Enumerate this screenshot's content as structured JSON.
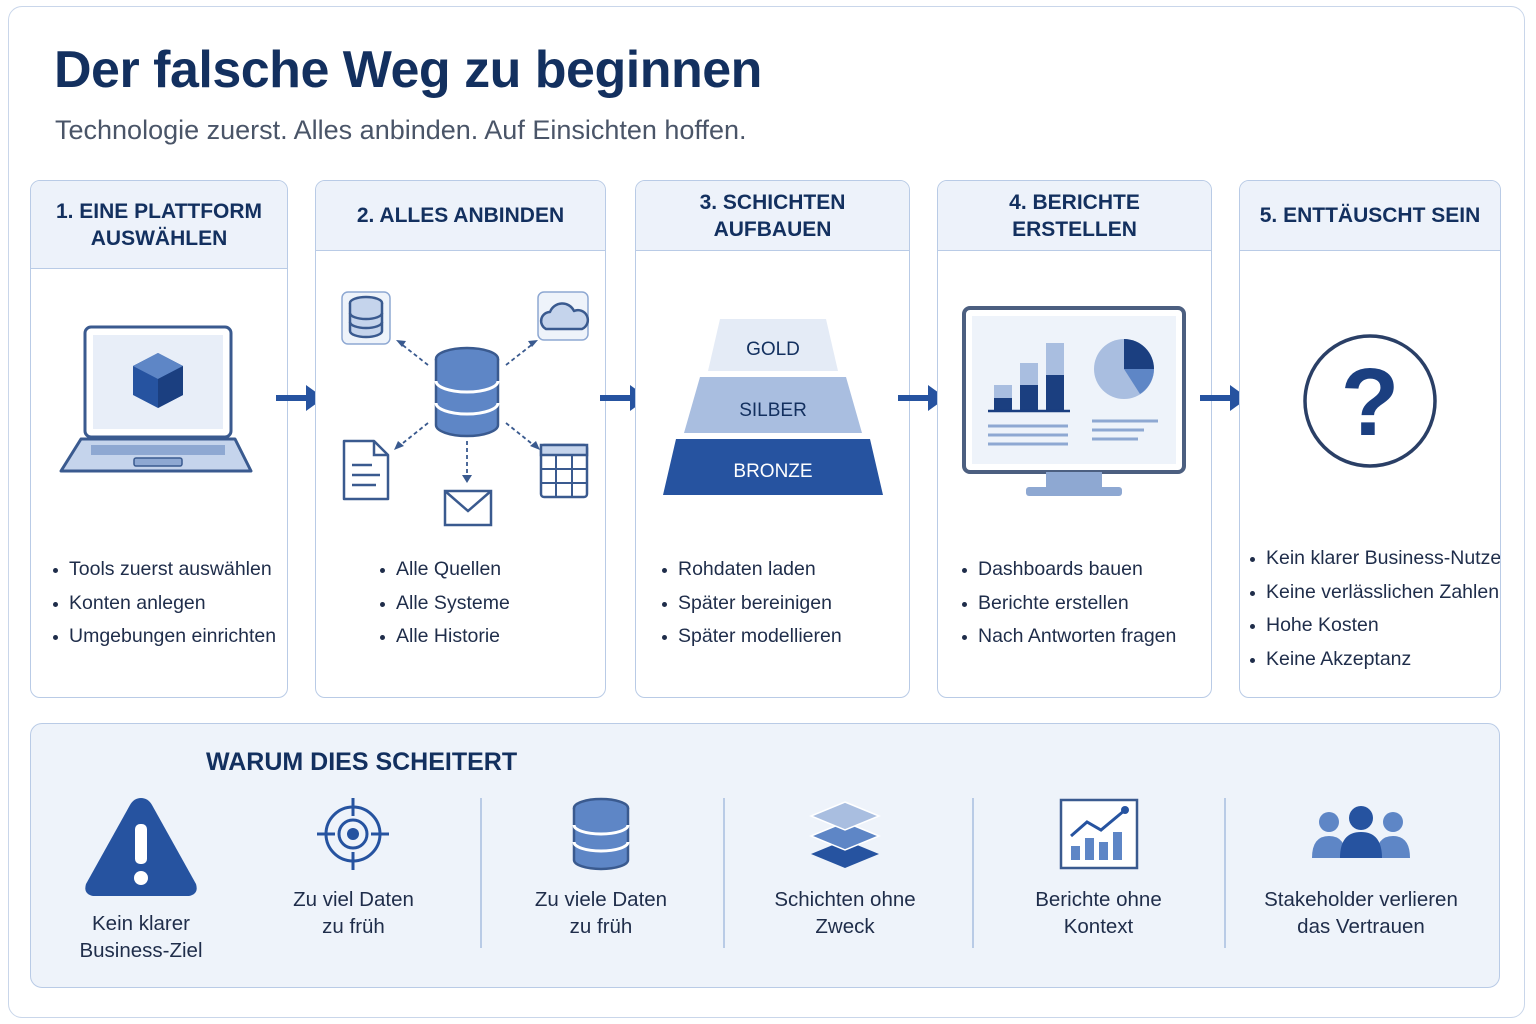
{
  "header": {
    "title": "Der falsche Weg zu beginnen",
    "subtitle": "Technologie zuerst. Alles anbinden. Auf Einsichten hoffen."
  },
  "steps": [
    {
      "title_line1": "1. EINE PLATTFORM",
      "title_line2": "AUSWÄHLEN",
      "icon": "laptop-cube-icon",
      "bullets": [
        "Tools zuerst auswählen",
        "Konten anlegen",
        "Umgebungen einrichten"
      ]
    },
    {
      "title": "2. ALLES ANBINDEN",
      "icon": "database-network-icon",
      "bullets": [
        "Alle Quellen",
        "Alle Systeme",
        "Alle Historie"
      ]
    },
    {
      "title": "3. SCHICHTEN AUFBAUEN",
      "icon": "layer-pyramid-icon",
      "layers": [
        "GOLD",
        "SILBER",
        "BRONZE"
      ],
      "bullets": [
        "Rohdaten laden",
        "Später bereinigen",
        "Später modellieren"
      ]
    },
    {
      "title": "4. BERICHTE ERSTELLEN",
      "icon": "monitor-dashboard-icon",
      "bullets": [
        "Dashboards bauen",
        "Berichte erstellen",
        "Nach Antworten fragen"
      ]
    },
    {
      "title": "5. ENTTÄUSCHT SEIN",
      "icon": "question-mark-icon",
      "question": "?",
      "bullets": [
        "Kein klarer Business-Nutzen",
        "Keine verlässlichen Zahlen",
        "Hohe Kosten",
        "Keine Akzeptanz"
      ]
    }
  ],
  "failure": {
    "title": "WARUM DIES SCHEITERT",
    "reasons": [
      {
        "icon": "warning-icon",
        "line1": "Kein klarer",
        "line2": "Business-Ziel"
      },
      {
        "icon": "target-icon",
        "line1": "Zu viel Daten",
        "line2": "zu früh"
      },
      {
        "icon": "database-icon",
        "line1": "Zu viele Daten",
        "line2": "zu früh"
      },
      {
        "icon": "layers-icon",
        "line1": "Schichten ohne",
        "line2": "Zweck"
      },
      {
        "icon": "chart-icon",
        "line1": "Berichte ohne",
        "line2": "Kontext"
      },
      {
        "icon": "people-icon",
        "line1": "Stakeholder verlieren",
        "line2": "das Vertrauen"
      }
    ]
  },
  "colors": {
    "navy": "#13305f",
    "blue": "#2653a0",
    "light_blue": "#c5d4ec",
    "panel_bg": "#eef3fa",
    "border": "#b9cbe6"
  }
}
